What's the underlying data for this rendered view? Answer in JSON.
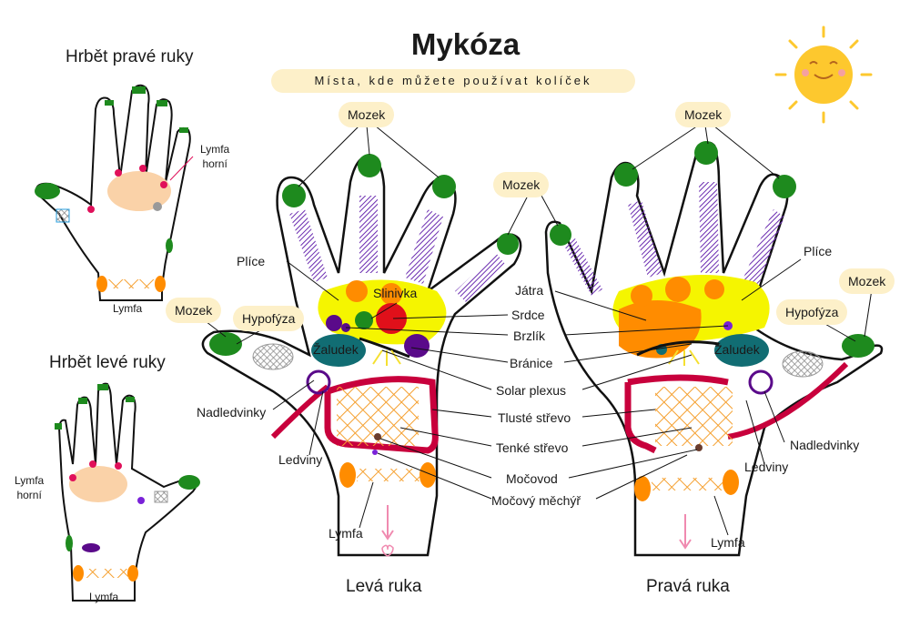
{
  "title": "Mykóza",
  "subtitle": "Místa, kde můžete používat kolíček",
  "panels": {
    "top_left_title": "Hrbět pravé ruky",
    "bottom_left_title": "Hrbět levé ruky",
    "left_hand_caption": "Levá ruka",
    "right_hand_caption": "Pravá ruka"
  },
  "small_hand_labels": {
    "lymfa_horni_1": "Lymfa\nhorní",
    "lymfa_1": "Lymfa",
    "lymfa_horni_2": "Lymfa\nhorní",
    "lymfa_2": "Lymfa"
  },
  "pills": {
    "mozek_left_top": "Mozek",
    "mozek_left_thumb": "Mozek",
    "mozek_center": "Mozek",
    "mozek_right_top": "Mozek",
    "mozek_right_thumb": "Mozek",
    "hypofyza_left": "Hypofýza",
    "hypofyza_right": "Hypofýza"
  },
  "organ_labels": {
    "plice_left": "Plíce",
    "slinivka": "Slinivka",
    "zaludek_left": "Žaludek",
    "nadledvinky_left": "Nadledvinky",
    "ledviny_left": "Ledviny",
    "lymfa_left": "Lymfa",
    "jatra": "Játra",
    "srdce": "Srdce",
    "brzlik": "Brzlík",
    "branice": "Bránice",
    "solar_plexus": "Solar plexus",
    "tluste_strevo": "Tlusté střevo",
    "tenke_strevo": "Tenké střevo",
    "mocovod": "Močovod",
    "mocovy_mechyr": "Močový měchýř",
    "plice_right": "Plíce",
    "zaludek_right": "Žaludek",
    "nadledvinky_right": "Nadledvinky",
    "ledviny_right": "Ledviny",
    "lymfa_right": "Lymfa"
  },
  "colors": {
    "brain": "#1e8a1e",
    "lung": "#f5f500",
    "liver": "#ff8c00",
    "heart": "#e0101a",
    "stomach": "#116d73",
    "spleen": "#5a0a8a",
    "colon": "#c8003c",
    "pill": "#fdf0c9",
    "sun": "#fdc82e",
    "hatch_purple": "#6a2bb0",
    "hatch_orange": "#f5a030"
  }
}
